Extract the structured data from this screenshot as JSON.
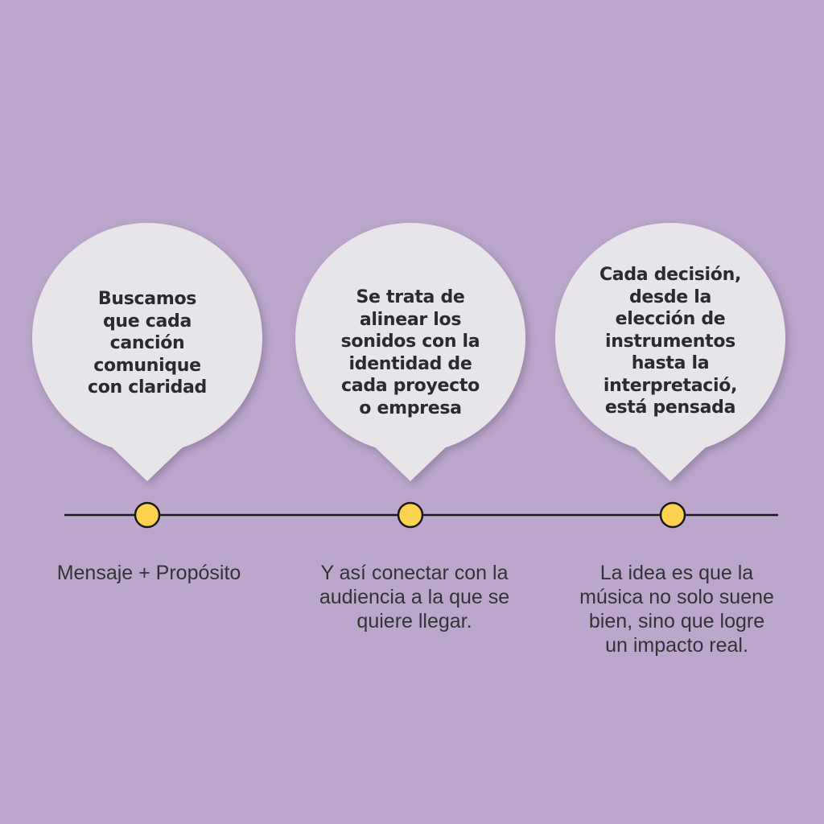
{
  "colors": {
    "background": "#bca6cc",
    "bubble": "#e7e4ea",
    "dot": "#fdd24f",
    "line": "#1a1a1a"
  },
  "steps": [
    {
      "bubble": "Buscamos\nque cada\ncanción\ncomunique\ncon claridad",
      "caption": "Mensaje + Propósito"
    },
    {
      "bubble": "Se trata de\nalinear los\nsonidos con la\nidentidad de\ncada proyecto\no empresa",
      "caption": "Y así conectar con la\naudiencia a la que se\nquiere llegar."
    },
    {
      "bubble": "Cada decisión,\ndesde la\nelección de\ninstrumentos\nhasta la\ninterpretació,\nestá pensada",
      "caption": "La idea es que la\nmúsica no solo suene\nbien, sino que logre\nun impacto real."
    }
  ]
}
